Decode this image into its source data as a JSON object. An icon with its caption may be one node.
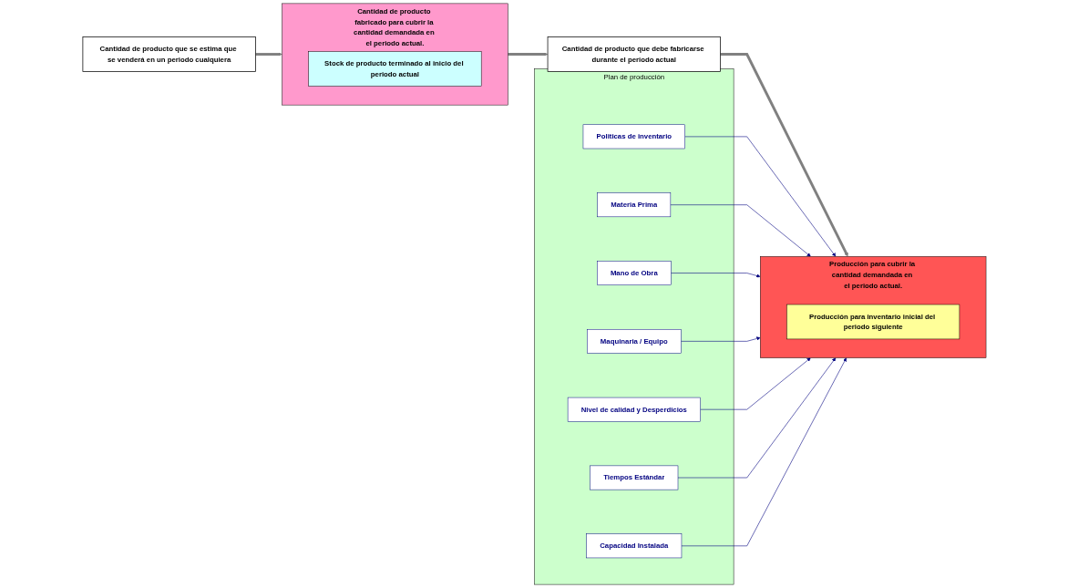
{
  "diagram": {
    "nodes": [
      {
        "text": [
          "Cantidad de producto que se estima que se venderá en un periodo cualquiera"
        ]
      },
      {
        "text": [
          "Cantidad de producto fabricado para cubrir la cantidad demandada en el periodo actual."
        ]
      },
      {
        "text": [
          "Stock de producto terminado al inicio del periodo actual"
        ],
        "in": 1
      },
      {
        "text": [
          "Cantidad de producto que debe fabricarse durante el periodo actual"
        ]
      },
      {
        "text": [
          "Plan de producción"
        ]
      },
      {
        "text": [
          "Politicas de inventario"
        ],
        "in": 4
      },
      {
        "text": [
          "Materia Prima"
        ],
        "in": 4
      },
      {
        "text": [
          "Mano de Obra"
        ],
        "in": 4
      },
      {
        "text": [
          "Maquinaria / Equipo"
        ],
        "in": 4
      },
      {
        "text": [
          "Nivel de calidad y Desperdicios"
        ],
        "in": 4
      },
      {
        "text": [
          "Tiempos Estándar"
        ],
        "in": 4
      },
      {
        "text": [
          "Capacidad Instalada"
        ],
        "in": 4
      },
      {
        "text": [
          "Producción para cubrir la cantidad demandada en el periodo actual."
        ]
      },
      {
        "text": [
          "Producción para inventario inicial del periodo siguiente"
        ],
        "in": 12
      }
    ],
    "edges": [
      {
        "from": 0,
        "to": 1,
        "arrow": "to",
        "style": "thick",
        "color": "#808080"
      },
      {
        "from": 1,
        "to": 3,
        "arrow": "to",
        "style": "thick",
        "color": "#808080"
      },
      {
        "from": 3,
        "to": 12,
        "arrow": "to",
        "style": "thick",
        "color": "#808080"
      },
      {
        "from": 5,
        "to": 12,
        "arrow": "to"
      },
      {
        "from": 6,
        "to": 12,
        "arrow": "to"
      },
      {
        "from": 7,
        "to": 12,
        "arrow": "to"
      },
      {
        "from": 8,
        "to": 12,
        "arrow": "to"
      },
      {
        "from": 9,
        "to": 12,
        "arrow": "to"
      },
      {
        "from": 10,
        "to": 12,
        "arrow": "to"
      },
      {
        "from": 11,
        "to": 12,
        "arrow": "to"
      }
    ]
  }
}
